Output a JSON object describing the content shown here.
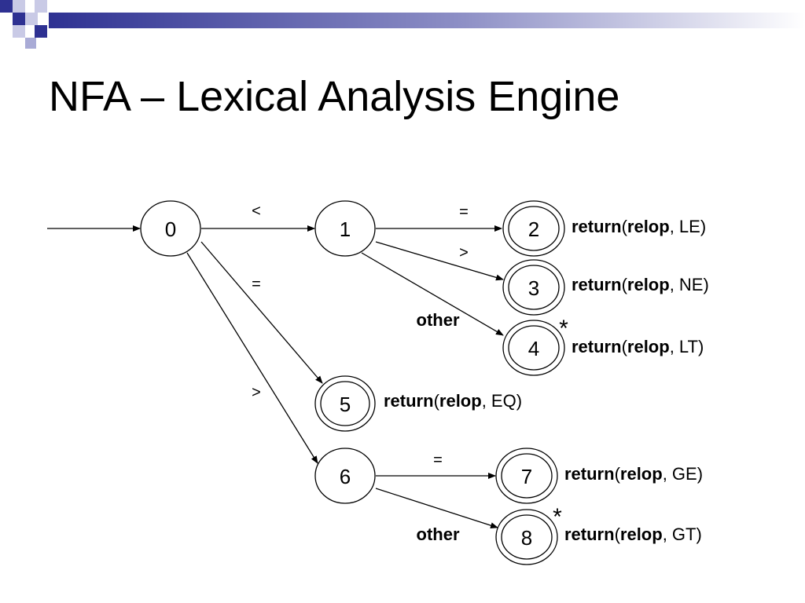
{
  "title": "NFA – Lexical Analysis Engine",
  "theme": {
    "accent_dark": "#2e3192",
    "accent_light": "#a9abd6",
    "stroke": "#000000"
  },
  "states": [
    {
      "id": "0",
      "label": "0",
      "accepting": false
    },
    {
      "id": "1",
      "label": "1",
      "accepting": false
    },
    {
      "id": "2",
      "label": "2",
      "accepting": true
    },
    {
      "id": "3",
      "label": "3",
      "accepting": true
    },
    {
      "id": "4",
      "label": "4",
      "accepting": true
    },
    {
      "id": "5",
      "label": "5",
      "accepting": true
    },
    {
      "id": "6",
      "label": "6",
      "accepting": false
    },
    {
      "id": "7",
      "label": "7",
      "accepting": true
    },
    {
      "id": "8",
      "label": "8",
      "accepting": true
    }
  ],
  "transitions": [
    {
      "from": "0",
      "to": "1",
      "label": "<"
    },
    {
      "from": "1",
      "to": "2",
      "label": "="
    },
    {
      "from": "1",
      "to": "3",
      "label": ">"
    },
    {
      "from": "1",
      "to": "4",
      "label": "other"
    },
    {
      "from": "0",
      "to": "5",
      "label": "="
    },
    {
      "from": "0",
      "to": "6",
      "label": ">"
    },
    {
      "from": "6",
      "to": "7",
      "label": "="
    },
    {
      "from": "6",
      "to": "8",
      "label": "other"
    }
  ],
  "retract_marker": "*",
  "actions": [
    {
      "state": "2",
      "keyword": "return",
      "open": "(",
      "token": "relop",
      "rest": ", LE)"
    },
    {
      "state": "3",
      "keyword": "return",
      "open": "(",
      "token": "relop",
      "rest": ", NE)"
    },
    {
      "state": "4",
      "keyword": "return",
      "open": "(",
      "token": "relop",
      "rest": ", LT)"
    },
    {
      "state": "5",
      "keyword": "return",
      "open": "(",
      "token": "relop",
      "rest": ", EQ)"
    },
    {
      "state": "7",
      "keyword": "return",
      "open": "(",
      "token": "relop",
      "rest": ", GE)"
    },
    {
      "state": "8",
      "keyword": "return",
      "open": "(",
      "token": "relop",
      "rest": ", GT)"
    }
  ]
}
